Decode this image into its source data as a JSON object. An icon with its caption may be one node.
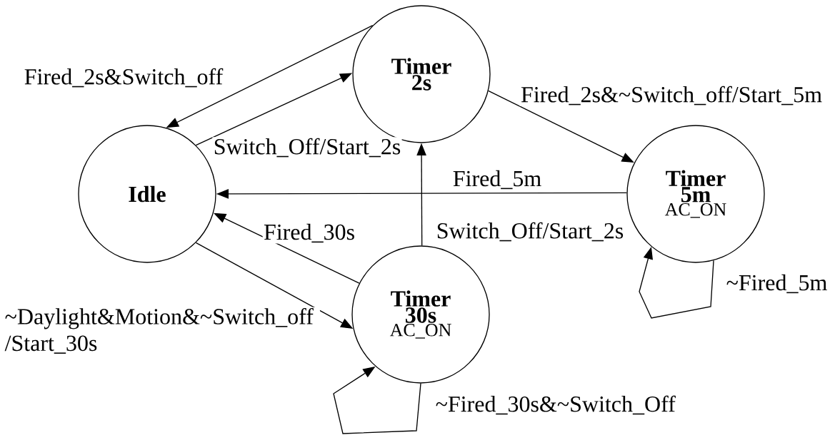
{
  "diagram": {
    "nodes": [
      {
        "text": [
          "Idle"
        ]
      },
      {
        "text": [
          "Timer 2s"
        ]
      },
      {
        "text": [
          "Timer 5m",
          "AC_ON"
        ]
      },
      {
        "text": [
          "Timer 30s",
          "AC_ON"
        ]
      }
    ],
    "edges": [
      {
        "from": 1,
        "to": 0,
        "arrow": "to",
        "label": "Fired_2s&Switch_off"
      },
      {
        "from": 0,
        "to": 1,
        "arrow": "to",
        "label": "Switch_Off/Start_2s"
      },
      {
        "from": 1,
        "to": 2,
        "arrow": "to",
        "label": "Fired_2s&~Switch_off/Start_5m"
      },
      {
        "from": 2,
        "to": 0,
        "arrow": "to",
        "label": "Fired_5m"
      },
      {
        "from": 3,
        "to": 1,
        "arrow": "to",
        "label": "Switch_Off/Start_2s"
      },
      {
        "from": 3,
        "to": 0,
        "arrow": "to",
        "label": "Fired_30s"
      },
      {
        "from": 0,
        "to": 3,
        "arrow": "to",
        "label": "~Daylight&Motion&~Switch_off /Start_30s"
      },
      {
        "from": 3,
        "to": 3,
        "arrow": "to",
        "label": "~Fired_30s&~Switch_Off"
      },
      {
        "from": 2,
        "to": 2,
        "arrow": "to",
        "label": "~Fired_5m"
      }
    ]
  }
}
